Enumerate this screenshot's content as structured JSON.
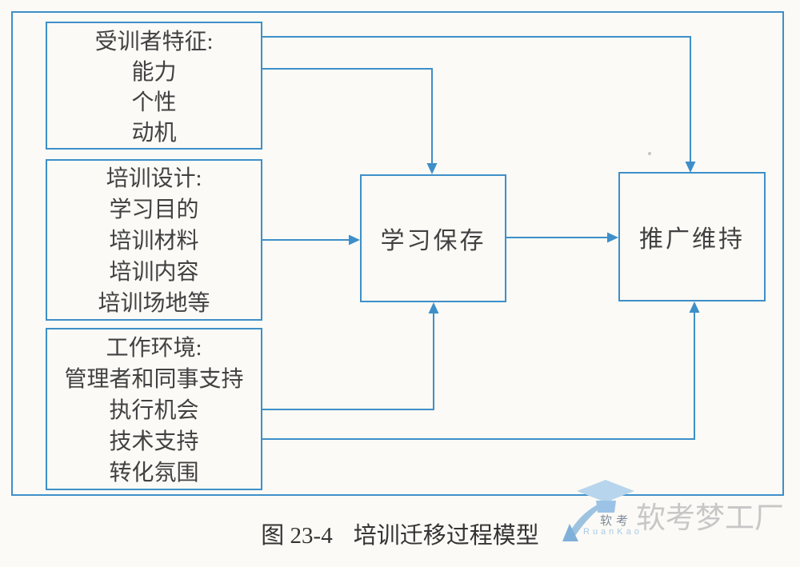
{
  "colors": {
    "line_color": "#3e8fc9",
    "text_color": "#414141",
    "bg_color": "#fbfaf6",
    "caption_color": "#333333",
    "watermark_gray": "#c7c7c7",
    "watermark_blue": "#a9c9e7",
    "logo_text_color": "#7e8b9a"
  },
  "boxes": {
    "trainee": {
      "title": "受训者特征:",
      "items": [
        "能力",
        "个性",
        "动机"
      ]
    },
    "design": {
      "title": "培训设计:",
      "items": [
        "学习目的",
        "培训材料",
        "培训内容",
        "培训场地等"
      ]
    },
    "environment": {
      "title": "工作环境:",
      "items": [
        "管理者和同事支持",
        "执行机会",
        "技术支持",
        "转化氛围"
      ]
    },
    "retention": {
      "label": "学习保存"
    },
    "maintenance": {
      "label": "推广维持"
    }
  },
  "edges": [
    {
      "from": "trainee",
      "to": "maintenance"
    },
    {
      "from": "trainee",
      "to": "retention"
    },
    {
      "from": "design",
      "to": "retention"
    },
    {
      "from": "retention",
      "to": "maintenance"
    },
    {
      "from": "environment",
      "to": "retention"
    },
    {
      "from": "environment",
      "to": "maintenance"
    }
  ],
  "caption": {
    "prefix": "图 23-4",
    "title": "培训迁移过程模型"
  },
  "watermark": {
    "brand_cn": "软考梦工厂",
    "logo_cn": "软考",
    "logo_en": "RuanKao"
  }
}
